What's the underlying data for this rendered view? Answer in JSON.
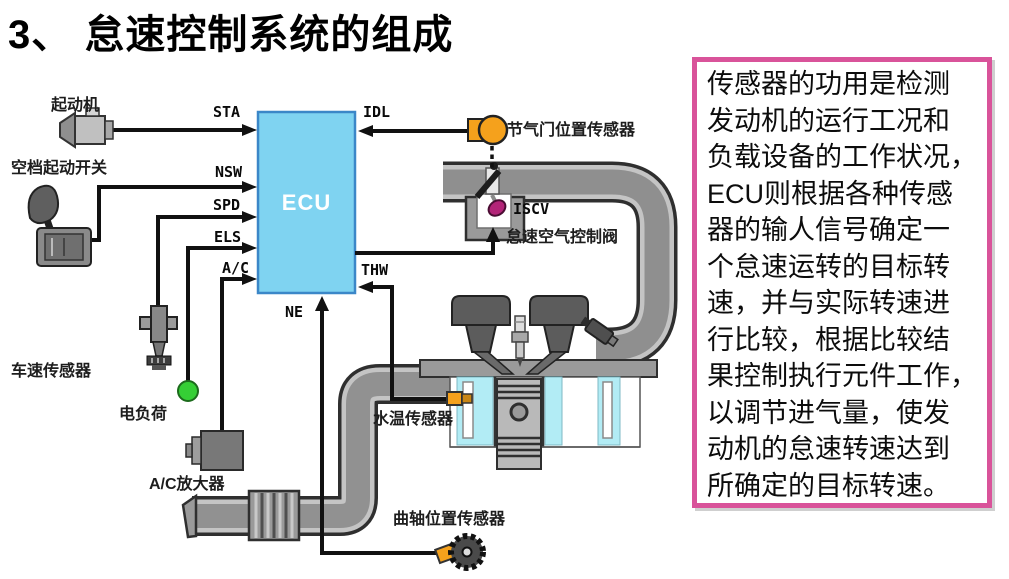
{
  "title": "3、 怠速控制系统的组成",
  "ecu": {
    "label": "ECU"
  },
  "signals": {
    "sta": "STA",
    "nsw": "NSW",
    "spd": "SPD",
    "els": "ELS",
    "ac": "A/C",
    "idl": "IDL",
    "thw": "THW",
    "ne": "NE",
    "iscv": "ISCV"
  },
  "components": {
    "starter": "起动机",
    "neutral_start_switch": "空档起动开关",
    "vehicle_speed_sensor": "车速传感器",
    "electric_load": "电负荷",
    "ac_amplifier": "A/C放大器",
    "water_temp_sensor": "水温传感器",
    "crankshaft_position_sensor": "曲轴位置传感器",
    "throttle_position_sensor": "节气门位置传感器",
    "idle_air_control_valve": "怠速空气控制阀"
  },
  "sidebox": {
    "lines": [
      "传感器的功用是检测",
      "发动机的运行工况和",
      "负载设备的工作状况，",
      "ECU则根据各种传感",
      "器的输人信号确定一",
      "个怠速运转的目标转",
      "速，并与实际转速进",
      "行比较，根据比较结",
      "果控制执行元件工作，",
      "以调节进气量，使发",
      "动机的怠速转速达到",
      "所确定的目标转速。"
    ]
  },
  "colors": {
    "ecu_fill": "#7fd3f1",
    "ecu_border": "#3b87c8",
    "pink_border": "#d9539a",
    "pipe_gray": "#9a9a9a",
    "coolant_cyan": "#b2ecf5",
    "sensor_orange": "#f5a11c",
    "load_green": "#35cf35",
    "valve_magenta": "#b32478",
    "wire_black": "#111111"
  }
}
